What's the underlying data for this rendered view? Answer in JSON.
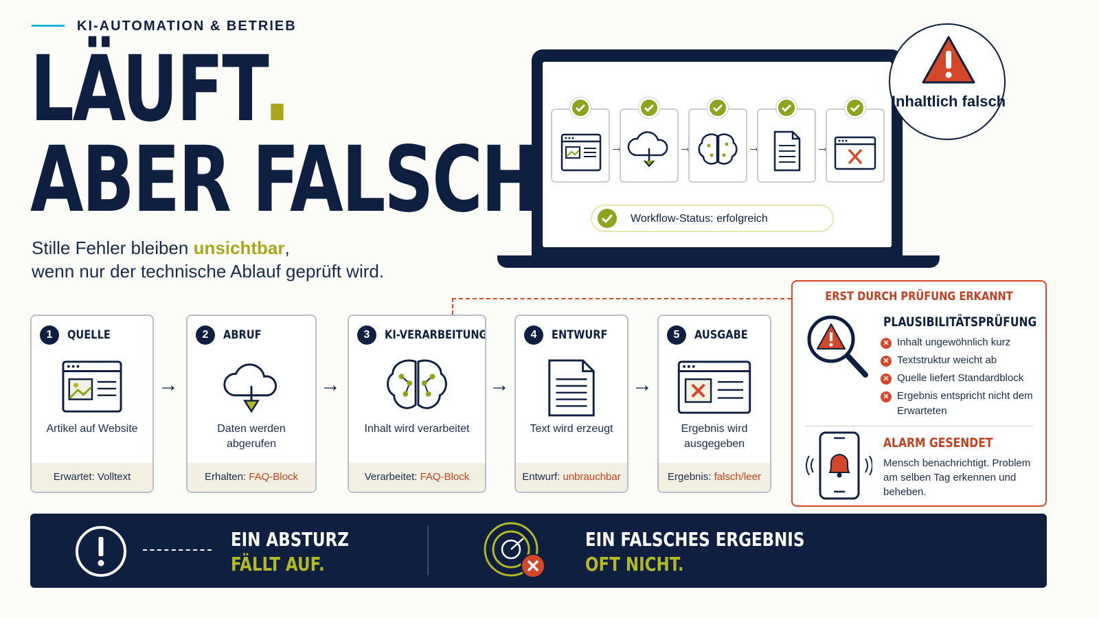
{
  "header": {
    "eyebrow": "KI-AUTOMATION & BETRIEB",
    "headline_line1": "LÄUFT",
    "headline_line2": "ABER FALSCH",
    "subline_part1": "Stille Fehler bleiben ",
    "subline_highlight": "unsichtbar",
    "subline_part2": ",",
    "subline_line2": "wenn nur der technische Ablauf geprüft wird."
  },
  "laptop": {
    "mini_steps": [
      "website-icon",
      "cloud-download-icon",
      "brain-icon",
      "document-icon",
      "error-window-icon"
    ],
    "status_text": "Workflow-Status: erfolgreich",
    "warning_badge": "Inhaltlich falsch"
  },
  "steps": [
    {
      "number": "1",
      "title": "QUELLE",
      "icon": "website-icon",
      "description": "Artikel auf Website",
      "footer_label": "Erwartet:",
      "footer_value": "Volltext",
      "footer_bad": false
    },
    {
      "number": "2",
      "title": "ABRUF",
      "icon": "cloud-download-icon",
      "description": "Daten werden abgerufen",
      "footer_label": "Erhalten:",
      "footer_value": "FAQ-Block",
      "footer_bad": true
    },
    {
      "number": "3",
      "title": "KI-VERARBEITUNG",
      "icon": "brain-icon",
      "description": "Inhalt wird verarbeitet",
      "footer_label": "Verarbeitet:",
      "footer_value": "FAQ-Block",
      "footer_bad": true
    },
    {
      "number": "4",
      "title": "ENTWURF",
      "icon": "document-icon",
      "description": "Text wird erzeugt",
      "footer_label": "Entwurf:",
      "footer_value": "unbrauchbar",
      "footer_bad": true
    },
    {
      "number": "5",
      "title": "AUSGABE",
      "icon": "error-window-icon",
      "description": "Ergebnis wird ausgegeben",
      "footer_label": "Ergebnis:",
      "footer_value": "falsch/leer",
      "footer_bad": true
    }
  ],
  "detection": {
    "title": "ERST DURCH PRÜFUNG ERKANNT",
    "check_title": "PLAUSIBILITÄTSPRÜFUNG",
    "checks": [
      "Inhalt ungewöhnlich kurz",
      "Textstruktur weicht ab",
      "Quelle liefert Standardblock",
      "Ergebnis entspricht nicht dem Erwarteten"
    ],
    "alarm_title": "ALARM GESENDET",
    "alarm_text": "Mensch benachrichtigt. Problem am selben Tag erkennen und beheben."
  },
  "banner": {
    "left_line1": "EIN ABSTURZ",
    "left_line2": "FÄLLT AUF.",
    "right_line1": "EIN FALSCHES ERGEBNIS",
    "right_line2": "OFT NICHT."
  },
  "colors": {
    "navy": "#0e1f40",
    "olive": "#a6a81a",
    "green_check": "#8ea41c",
    "alert_red": "#d3472a",
    "accent_cyan": "#1bb8d6"
  }
}
